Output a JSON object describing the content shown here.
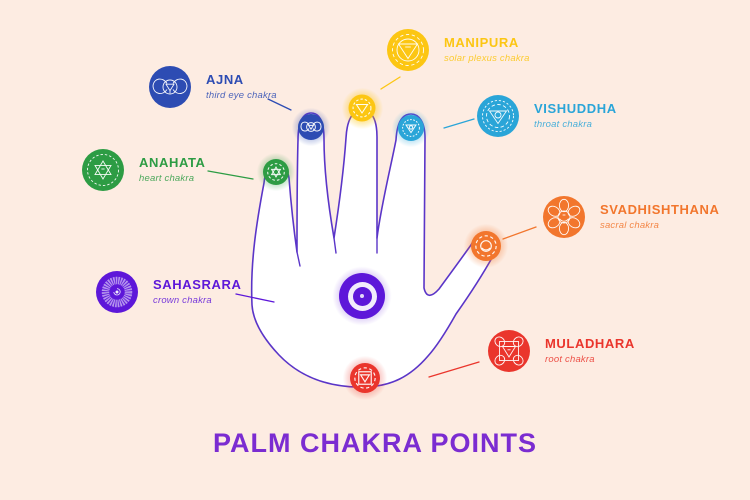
{
  "title": {
    "text": "PALM CHAKRA POINTS",
    "color": "#7b2cd1"
  },
  "background": "#fdece2",
  "hand": {
    "fill": "#ffffff",
    "outline": "#5a35c8"
  },
  "chakras": [
    {
      "name": "AJNA",
      "subtitle": "third eye chakra",
      "color": "#2d4cb3",
      "glow": "rgba(45,76,179,0.33)",
      "icon": "ajna-third-eye-icon",
      "point_location": "ring-fingertip"
    },
    {
      "name": "MANIPURA",
      "subtitle": "solar plexus chakra",
      "color": "#fcc613",
      "glow": "rgba(252,198,19,0.45)",
      "icon": "manipura-solar-plexus-icon",
      "point_location": "middle-fingertip"
    },
    {
      "name": "VISHUDDHA",
      "subtitle": "throat chakra",
      "color": "#2aa5d8",
      "glow": "rgba(42,165,216,0.35)",
      "icon": "vishuddha-throat-icon",
      "point_location": "index-fingertip"
    },
    {
      "name": "ANAHATA",
      "subtitle": "heart chakra",
      "color": "#2d9c44",
      "glow": "rgba(45,156,68,0.33)",
      "icon": "anahata-heart-icon",
      "point_location": "pinky-fingertip"
    },
    {
      "name": "SVADHISHTHANA",
      "subtitle": "sacral chakra",
      "color": "#f2762d",
      "glow": "rgba(242,118,45,0.38)",
      "icon": "svadhishthana-sacral-icon",
      "point_location": "thumb-tip"
    },
    {
      "name": "SAHASRARA",
      "subtitle": "crown chakra",
      "color": "#5d17d9",
      "glow": "rgba(120,60,220,0.38)",
      "icon": "sahasrara-crown-icon",
      "point_location": "palm-center"
    },
    {
      "name": "MULADHARA",
      "subtitle": "root chakra",
      "color": "#ea352c",
      "glow": "rgba(234,53,44,0.33)",
      "icon": "muladhara-root-icon",
      "point_location": "palm-base"
    }
  ]
}
